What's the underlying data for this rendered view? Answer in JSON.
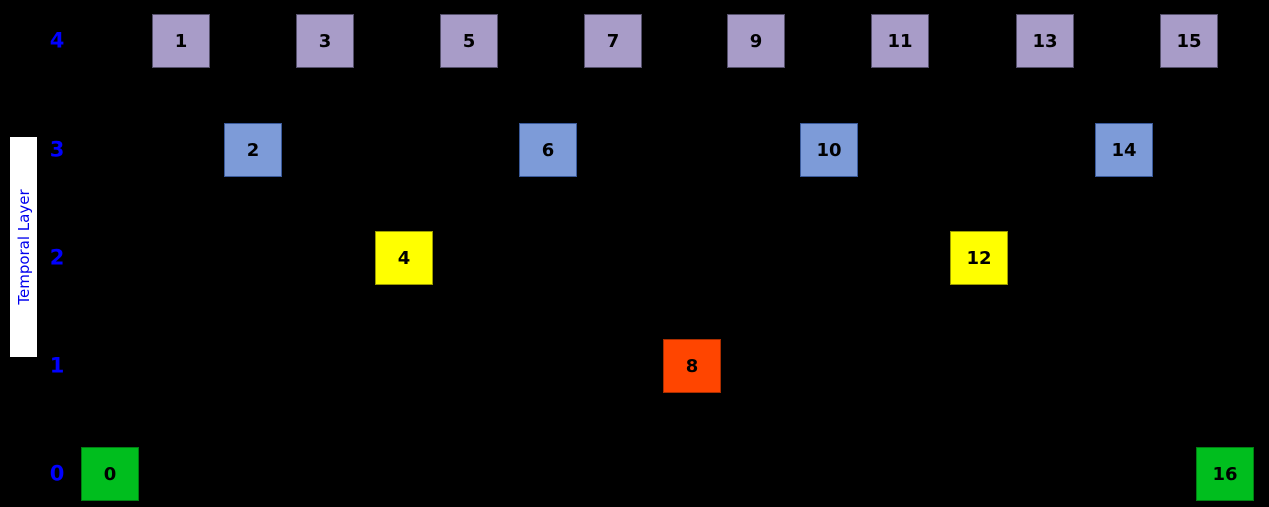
{
  "figure": {
    "background": "#000000",
    "ylabel_color": "#0000EE",
    "ylabel_bg": "#FFFFFF",
    "tick_color": "#0000FF",
    "box_label_color": "#000000"
  },
  "chart_data": {
    "type": "scatter",
    "title": "",
    "xlabel": "",
    "ylabel": "Temporal Layer",
    "x": [
      0,
      1,
      2,
      3,
      4,
      5,
      6,
      7,
      8,
      9,
      10,
      11,
      12,
      13,
      14,
      15,
      16
    ],
    "y": [
      0,
      4,
      3,
      4,
      2,
      4,
      3,
      4,
      1,
      4,
      3,
      4,
      2,
      4,
      3,
      4,
      0
    ],
    "point_labels": [
      "0",
      "1",
      "2",
      "3",
      "4",
      "5",
      "6",
      "7",
      "8",
      "9",
      "10",
      "11",
      "12",
      "13",
      "14",
      "15",
      "16"
    ],
    "yticks": [
      "0",
      "1",
      "2",
      "3",
      "4"
    ],
    "ylim": [
      0,
      4
    ],
    "xlim": [
      0,
      16
    ],
    "grid": false,
    "legend": null,
    "marker": "square",
    "layer_colors": {
      "0": {
        "fill": "#00BE1E",
        "border": "#007F12"
      },
      "1": {
        "fill": "#FF4500",
        "border": "#A92E00"
      },
      "2": {
        "fill": "#FFFF00",
        "border": "#9C9C00"
      },
      "3": {
        "fill": "#7D9BD8",
        "border": "#3A5A9B"
      },
      "4": {
        "fill": "#A89CC8",
        "border": "#55506B"
      }
    }
  }
}
